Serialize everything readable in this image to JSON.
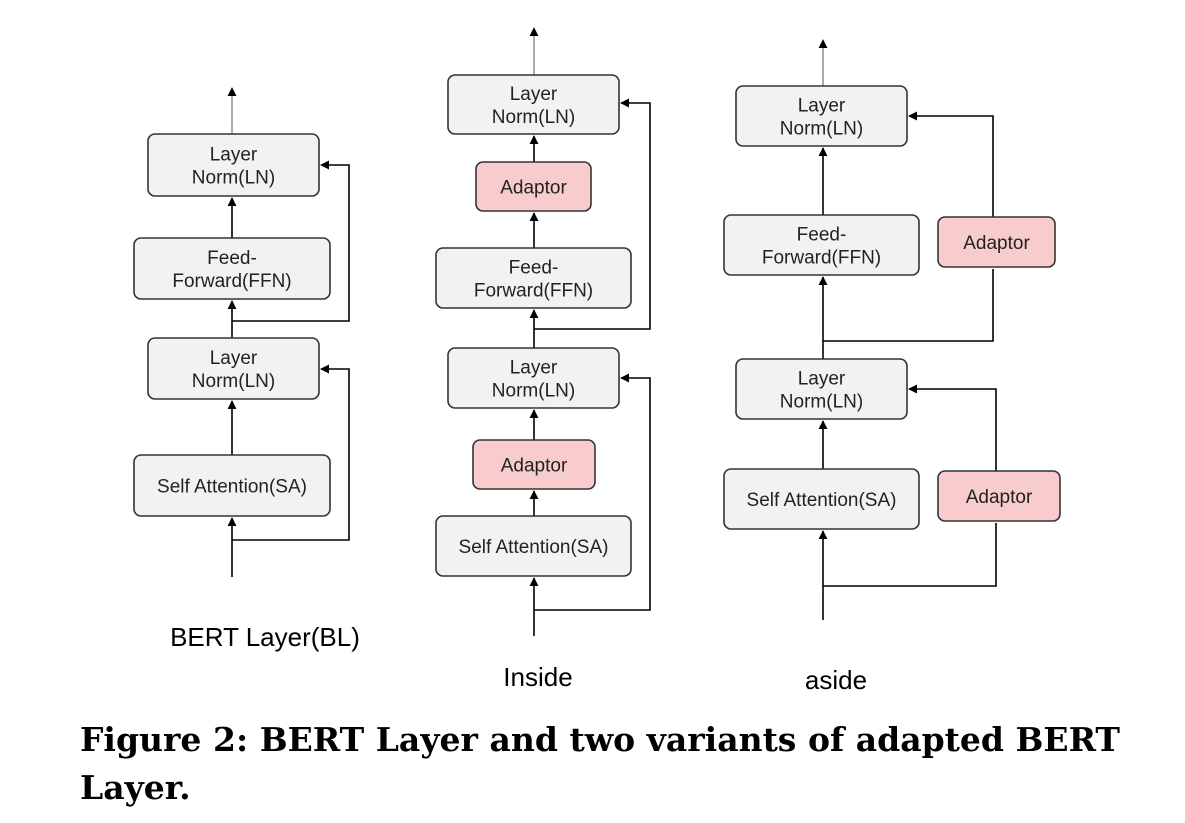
{
  "diagram": {
    "variants": [
      {
        "label": "BERT Layer(BL)",
        "boxes": [
          {
            "lines": [
              "Layer",
              "Norm(LN)"
            ]
          },
          {
            "lines": [
              "Feed-",
              "Forward(FFN)"
            ]
          },
          {
            "lines": [
              "Layer",
              "Norm(LN)"
            ]
          },
          {
            "lines": [
              "Self Attention(SA)"
            ]
          }
        ]
      },
      {
        "label": "Inside",
        "boxes": [
          {
            "lines": [
              "Layer",
              "Norm(LN)"
            ]
          },
          {
            "lines": [
              "Adaptor"
            ]
          },
          {
            "lines": [
              "Feed-",
              "Forward(FFN)"
            ]
          },
          {
            "lines": [
              "Layer",
              "Norm(LN)"
            ]
          },
          {
            "lines": [
              "Adaptor"
            ]
          },
          {
            "lines": [
              "Self Attention(SA)"
            ]
          }
        ]
      },
      {
        "label": "aside",
        "boxes": [
          {
            "lines": [
              "Layer",
              "Norm(LN)"
            ]
          },
          {
            "lines": [
              "Feed-",
              "Forward(FFN)"
            ]
          },
          {
            "lines": [
              "Adaptor"
            ]
          },
          {
            "lines": [
              "Layer",
              "Norm(LN)"
            ]
          },
          {
            "lines": [
              "Self Attention(SA)"
            ]
          },
          {
            "lines": [
              "Adaptor"
            ]
          }
        ]
      }
    ],
    "colors": {
      "module_fill": "#f2f2f2",
      "adaptor_fill": "#f8cccc",
      "stroke": "#333333"
    }
  },
  "caption": {
    "line1": "Figure 2: BERT Layer and two variants of adapted BERT",
    "line2": "Layer."
  }
}
